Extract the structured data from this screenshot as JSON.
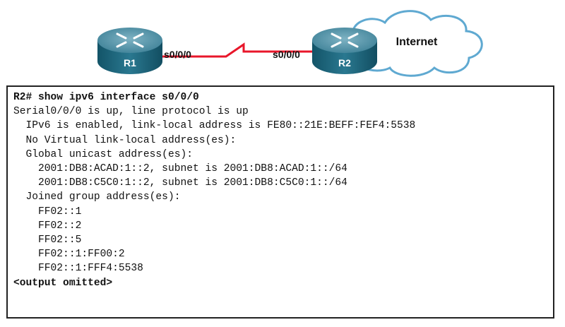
{
  "topology": {
    "routers": [
      {
        "id": "r1",
        "label": "R1"
      },
      {
        "id": "r2",
        "label": "R2"
      }
    ],
    "link": {
      "r1_interface": "s0/0/0",
      "r2_interface": "s0/0/0"
    },
    "cloud_label": "Internet",
    "colors": {
      "router_top": "#4d8fa3",
      "router_body": "#1d6479",
      "link": "#e8162a",
      "cloud_edge": "#5fa9d1"
    }
  },
  "cli": {
    "lines": [
      {
        "text": "R2# show ipv6 interface s0/0/0",
        "bold": true
      },
      {
        "text": "Serial0/0/0 is up, line protocol is up",
        "bold": false
      },
      {
        "text": "  IPv6 is enabled, link-local address is FE80::21E:BEFF:FEF4:5538",
        "bold": false
      },
      {
        "text": "  No Virtual link-local address(es):",
        "bold": false
      },
      {
        "text": "  Global unicast address(es):",
        "bold": false
      },
      {
        "text": "    2001:DB8:ACAD:1::2, subnet is 2001:DB8:ACAD:1::/64",
        "bold": false
      },
      {
        "text": "    2001:DB8:C5C0:1::2, subnet is 2001:DB8:C5C0:1::/64",
        "bold": false
      },
      {
        "text": "  Joined group address(es):",
        "bold": false
      },
      {
        "text": "    FF02::1",
        "bold": false
      },
      {
        "text": "    FF02::2",
        "bold": false
      },
      {
        "text": "    FF02::5",
        "bold": false
      },
      {
        "text": "    FF02::1:FF00:2",
        "bold": false
      },
      {
        "text": "    FF02::1:FFF4:5538",
        "bold": false
      },
      {
        "text": "<output omitted>",
        "bold": true
      }
    ]
  }
}
